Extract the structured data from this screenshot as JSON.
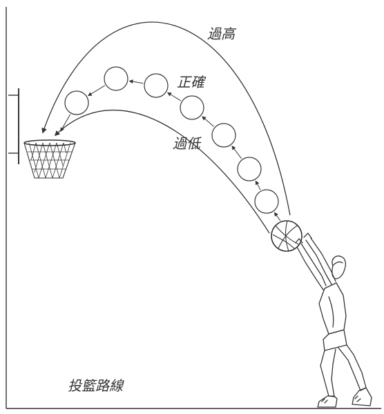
{
  "labels": {
    "too_high": "過高",
    "correct": "正確",
    "too_low": "過低",
    "caption": "投籃路線"
  },
  "arc_ball_count": 8,
  "colors": {
    "line": "#333333",
    "background": "#ffffff"
  }
}
